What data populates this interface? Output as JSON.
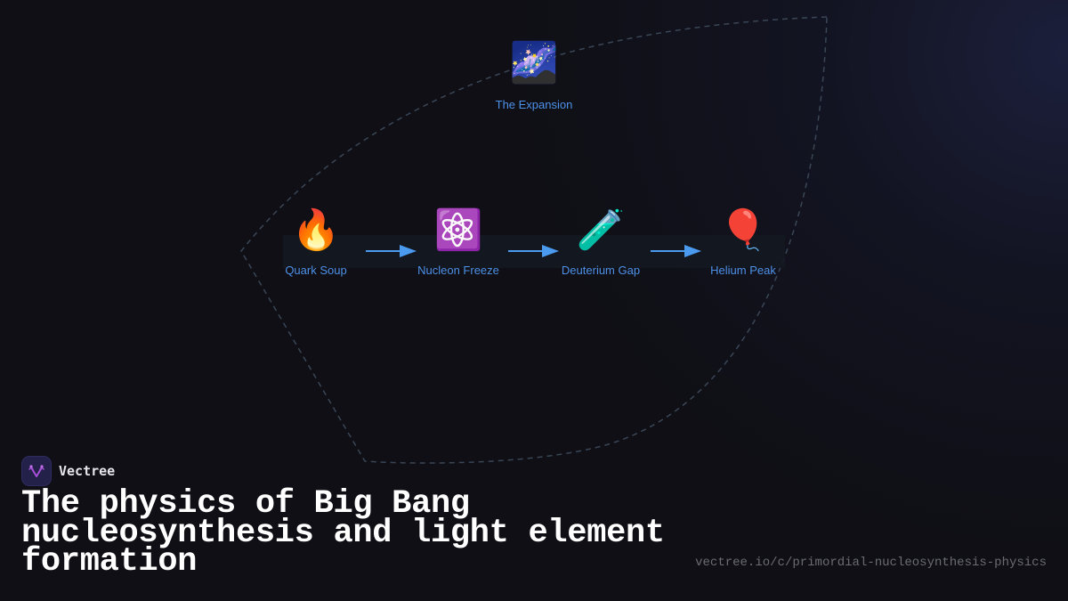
{
  "diagram": {
    "top_node": {
      "label": "The Expansion",
      "icon": "milky-way-icon",
      "glyph": "🌌"
    },
    "flow": [
      {
        "label": "Quark Soup",
        "icon": "fire-icon",
        "glyph": "🔥"
      },
      {
        "label": "Nucleon Freeze",
        "icon": "atom-icon",
        "glyph": "⚛️"
      },
      {
        "label": "Deuterium Gap",
        "icon": "test-tube-icon",
        "glyph": "🧪"
      },
      {
        "label": "Helium Peak",
        "icon": "balloon-icon",
        "glyph": "🎈"
      }
    ],
    "colors": {
      "label": "#4e91e8",
      "arrow": "#4a9bf0",
      "outline": "#3a4656",
      "background": "#0f0f15"
    }
  },
  "branding": {
    "name": "Vectree",
    "logo_color": "#a54fd6"
  },
  "title": "The physics of Big Bang nucleosynthesis and light element formation",
  "url": "vectree.io/c/primordial-nucleosynthesis-physics"
}
